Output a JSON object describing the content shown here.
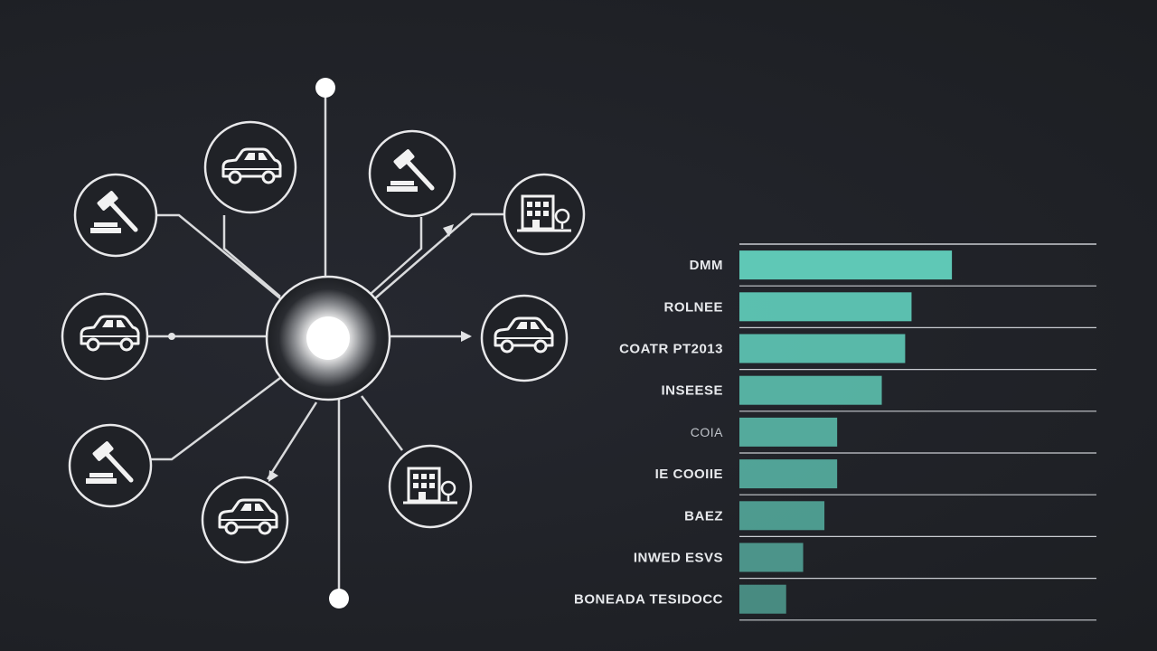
{
  "diagram": {
    "hub": {
      "name": "central-hub"
    },
    "nodes": [
      {
        "icon": "car-icon",
        "id": "car-top"
      },
      {
        "icon": "gavel-icon",
        "id": "gavel-top-left"
      },
      {
        "icon": "car-icon",
        "id": "car-left"
      },
      {
        "icon": "gavel-icon",
        "id": "gavel-bottom-left"
      },
      {
        "icon": "car-icon",
        "id": "car-bottom"
      },
      {
        "icon": "gavel-icon",
        "id": "gavel-top-right"
      },
      {
        "icon": "building-icon",
        "id": "building-right-top"
      },
      {
        "icon": "car-icon",
        "id": "car-right"
      },
      {
        "icon": "building-icon",
        "id": "building-bottom-right"
      }
    ]
  },
  "chart_data": {
    "type": "bar",
    "orientation": "horizontal",
    "categories": [
      "DMM",
      "ROLNEE",
      "COATR PT2013",
      "INSEESE",
      "COIA",
      "IE COOIIE",
      "BAEZ",
      "INWED ESVS",
      "BONEADA TESIDOCC"
    ],
    "values": [
      100,
      81,
      78,
      67,
      46,
      46,
      40,
      30,
      22
    ],
    "bar_color": "#5fc8b6",
    "grid": true,
    "xlim": [
      0,
      168
    ]
  }
}
